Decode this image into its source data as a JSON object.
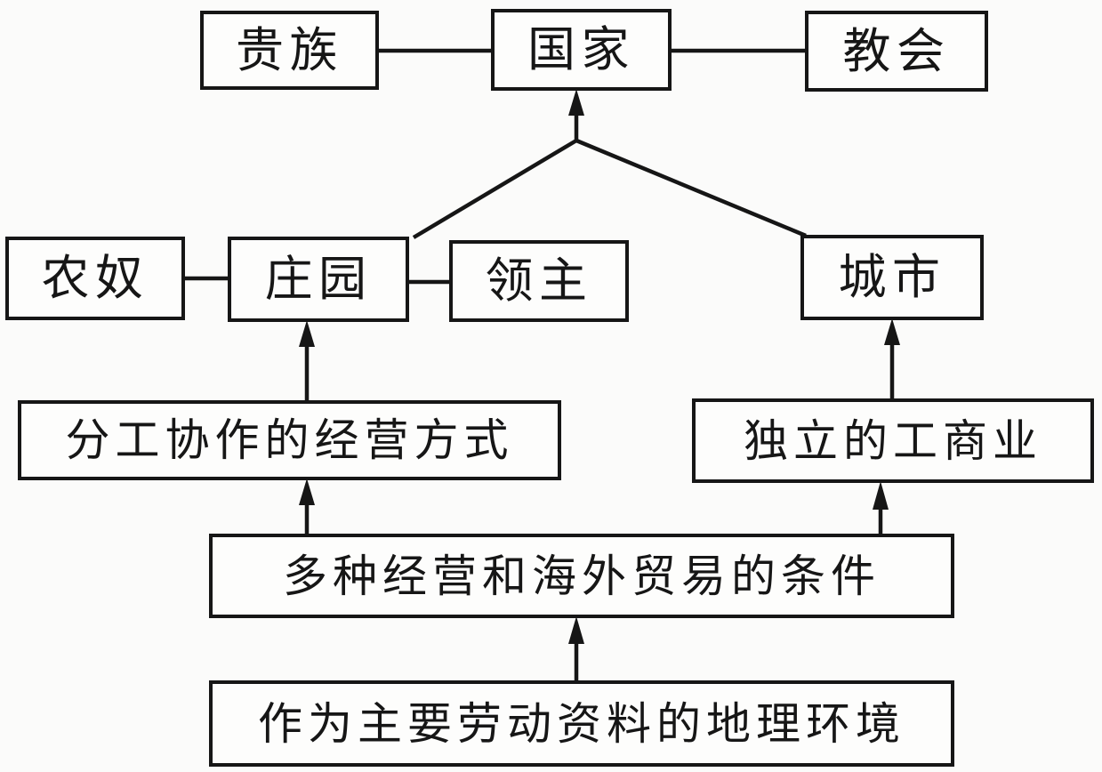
{
  "diagram": {
    "description": "Flowchart of medieval European social and economic structure",
    "nodes": {
      "nobility": {
        "label": "贵族"
      },
      "state": {
        "label": "国家"
      },
      "church": {
        "label": "教会"
      },
      "serfs": {
        "label": "农奴"
      },
      "manor": {
        "label": "庄园"
      },
      "lord": {
        "label": "领主"
      },
      "city": {
        "label": "城市"
      },
      "division": {
        "label": "分工协作的经营方式"
      },
      "independent": {
        "label": "独立的工商业"
      },
      "conditions": {
        "label": "多种经营和海外贸易的条件"
      },
      "geography": {
        "label": "作为主要劳动资料的地理环境"
      }
    },
    "edges": [
      {
        "from": "nobility",
        "to": "state",
        "type": "line"
      },
      {
        "from": "state",
        "to": "church",
        "type": "line"
      },
      {
        "from": "serfs",
        "to": "manor",
        "type": "line"
      },
      {
        "from": "manor",
        "to": "lord",
        "type": "line"
      },
      {
        "from": "manor",
        "to": "state",
        "type": "arrow-converging"
      },
      {
        "from": "city",
        "to": "state",
        "type": "arrow-converging"
      },
      {
        "from": "division",
        "to": "manor",
        "type": "arrow"
      },
      {
        "from": "independent",
        "to": "city",
        "type": "arrow"
      },
      {
        "from": "conditions",
        "to": "division",
        "type": "arrow"
      },
      {
        "from": "conditions",
        "to": "independent",
        "type": "arrow"
      },
      {
        "from": "geography",
        "to": "conditions",
        "type": "arrow"
      }
    ],
    "colors": {
      "stroke": "#161616",
      "background": "#fbfbfa",
      "box_fill": "#fdfdfc"
    }
  }
}
